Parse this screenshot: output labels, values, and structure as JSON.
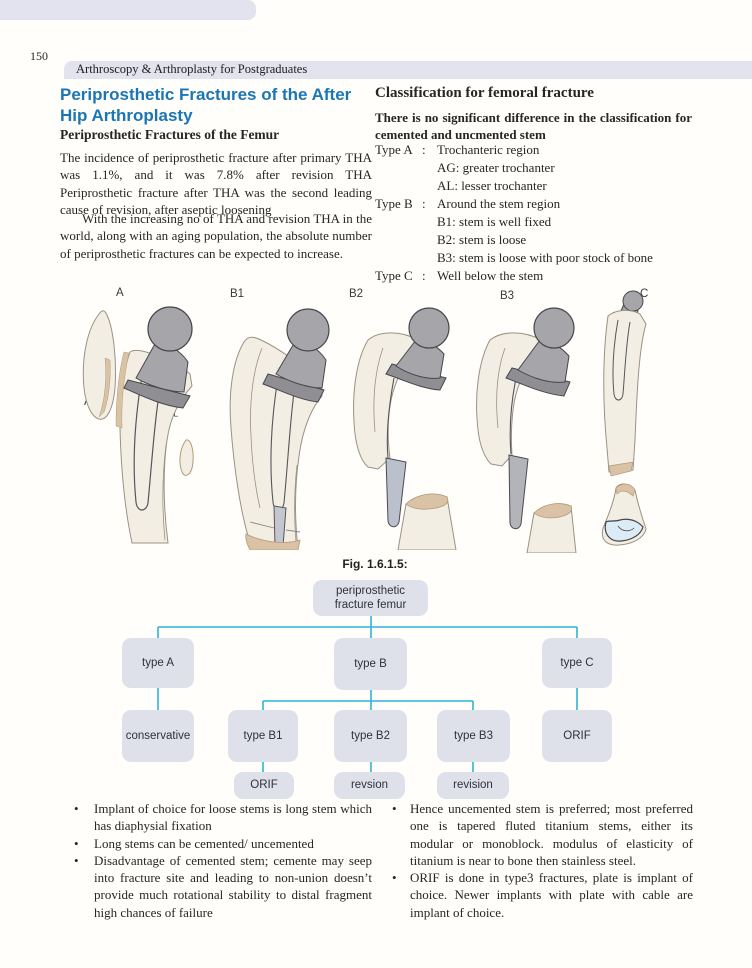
{
  "colors": {
    "accent": "#1a76b4",
    "band": "#e2e3ee",
    "fbox": "#dfe1ea",
    "line": "#2db4d6",
    "bone": "#f3eee3",
    "boneline": "#9b9084",
    "tan": "#d9c3a4",
    "tanline": "#b09a7c",
    "metal": "#a6a6aa",
    "metaldark": "#8e8e93",
    "metaledge": "#47474b",
    "stemloose": "#bac1cc",
    "condyle": "#dcecf7"
  },
  "page": {
    "number": "150",
    "running_title": "Arthroscopy & Arthroplasty for Postgraduates"
  },
  "left_column": {
    "heading": "Periprosthetic Fractures of the After Hip Arthroplasty",
    "subheading": "Periprosthetic Fractures of the Femur",
    "para1": "The incidence of periprosthetic fracture after primary THA was 1.1%, and it was 7.8% after revision THA Periprosthetic fracture after THA was the second leading cause of revision, after aseptic loosening",
    "para2": "With the increasing no of THA and revision THA in the world, along with an aging population, the absolute number of periprosthetic fractures can be expected to increase."
  },
  "right_column": {
    "heading": "Classification for femoral fracture",
    "intro": "There is no significant difference in the classification for cemented and uncmented stem",
    "types": [
      {
        "label": "Type A",
        "colon": ":",
        "text": "Trochanteric region",
        "subs": [
          "AG: greater trochanter",
          "AL: lesser trochanter"
        ]
      },
      {
        "label": "Type B",
        "colon": ":",
        "text": "Around the stem region",
        "subs": [
          "B1: stem is well fixed",
          "B2: stem is loose",
          "B3:  stem is loose with poor stock of bone"
        ]
      },
      {
        "label": "Type C",
        "colon": ":",
        "text": "Well below the stem",
        "subs": []
      }
    ]
  },
  "figure": {
    "caption": "Fig. 1.6.1.5:",
    "labels": {
      "a": "A",
      "b1": "B1",
      "b2": "B2",
      "b3": "B3",
      "c": "C",
      "ag_main": "A",
      "ag_sub": "G",
      "al_main": "A",
      "al_sub": "L"
    }
  },
  "flowchart": {
    "root": "periprosthetic fracture femur",
    "row2": [
      "type A",
      "type B",
      "type C"
    ],
    "row3": [
      "conservative",
      "type B1",
      "type B2",
      "type B3",
      "ORIF"
    ],
    "row4": [
      "ORIF",
      "revsion",
      "revision"
    ]
  },
  "bullets_left": [
    "Implant of choice for loose stems is long stem which has diaphysial fixation",
    "Long stems can be cemented/ uncemented",
    "Disadvantage of cemented stem; cemente may seep into fracture site and leading to non-union doesn’t provide much rotational stability to distal fragment high chances of failure"
  ],
  "bullets_right": [
    "Hence uncemented stem is preferred; most preferred one is tapered fluted titanium stems, either its modular or monoblock. modulus of elasticity of titanium is near to bone then stainless steel.",
    "ORIF is done in type3 fractures, plate is implant of choice. Newer implants with plate with cable are implant of choice."
  ],
  "bullet_marker": "•"
}
